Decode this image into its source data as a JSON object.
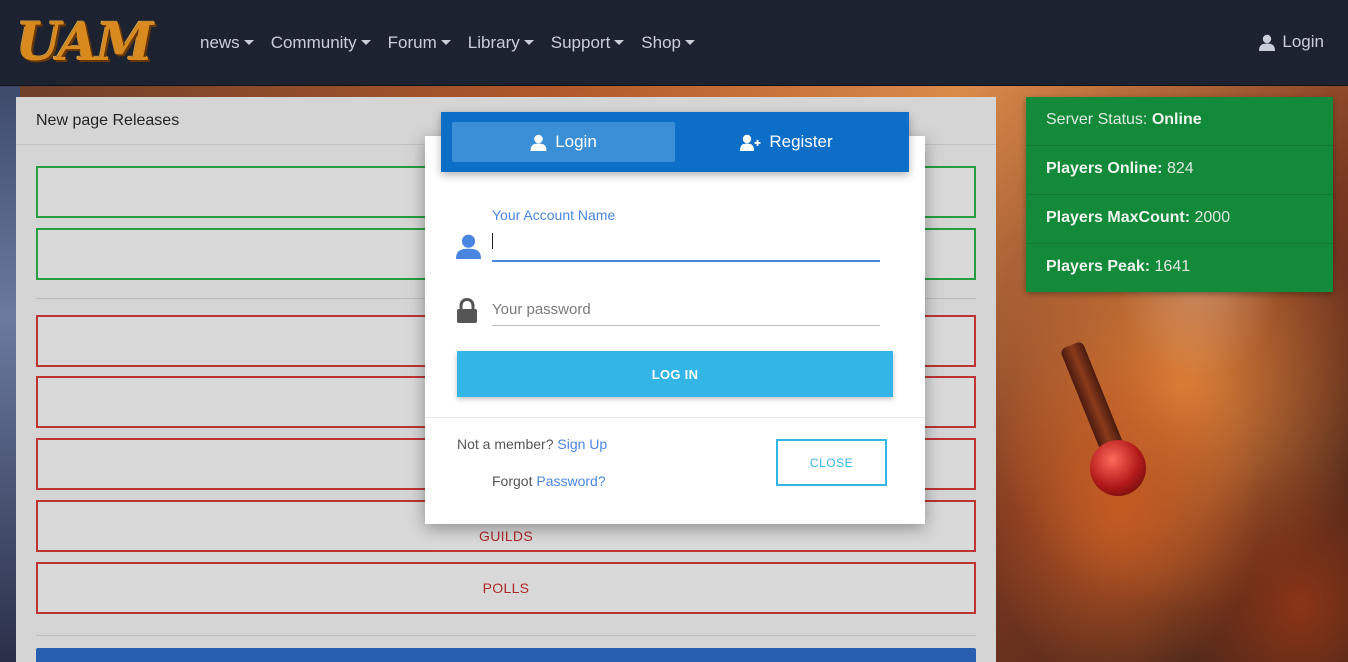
{
  "brand": {
    "logo_text": "UAM"
  },
  "nav": {
    "items": [
      {
        "label": "news"
      },
      {
        "label": "Community"
      },
      {
        "label": "Forum"
      },
      {
        "label": "Library"
      },
      {
        "label": "Support"
      },
      {
        "label": "Shop"
      }
    ],
    "login_label": "Login"
  },
  "panel": {
    "title": "New page Releases",
    "rows": [
      {
        "label": "",
        "status": "green"
      },
      {
        "label": "",
        "status": "green"
      },
      {
        "label": "",
        "status": "red"
      },
      {
        "label": "",
        "status": "red"
      },
      {
        "label": "",
        "status": "red"
      },
      {
        "label": "GUILDS",
        "status": "red"
      },
      {
        "label": "POLLS",
        "status": "red"
      }
    ]
  },
  "server_status": {
    "status_label": "Server Status:",
    "status_value": "Online",
    "players_online_label": "Players Online:",
    "players_online_value": "824",
    "max_count_label": "Players MaxCount:",
    "max_count_value": "2000",
    "peak_label": "Players Peak:",
    "peak_value": "1641"
  },
  "modal": {
    "tabs": {
      "login": "Login",
      "register": "Register"
    },
    "account_label": "Your Account Name",
    "account_value": "",
    "password_placeholder": "Your password",
    "login_button": "LOG IN",
    "not_member_text": "Not a member?",
    "sign_up_link": "Sign Up",
    "forgot_text": "Forgot",
    "password_link": "Password?",
    "close_button": "CLOSE"
  },
  "colors": {
    "navbar": "#1c2230",
    "tabs_bar": "#0d6ec8",
    "login_button": "#33b5e5",
    "status_panel": "#128a3a",
    "row_green": "#2cb34a",
    "row_red": "#d93b3b"
  }
}
